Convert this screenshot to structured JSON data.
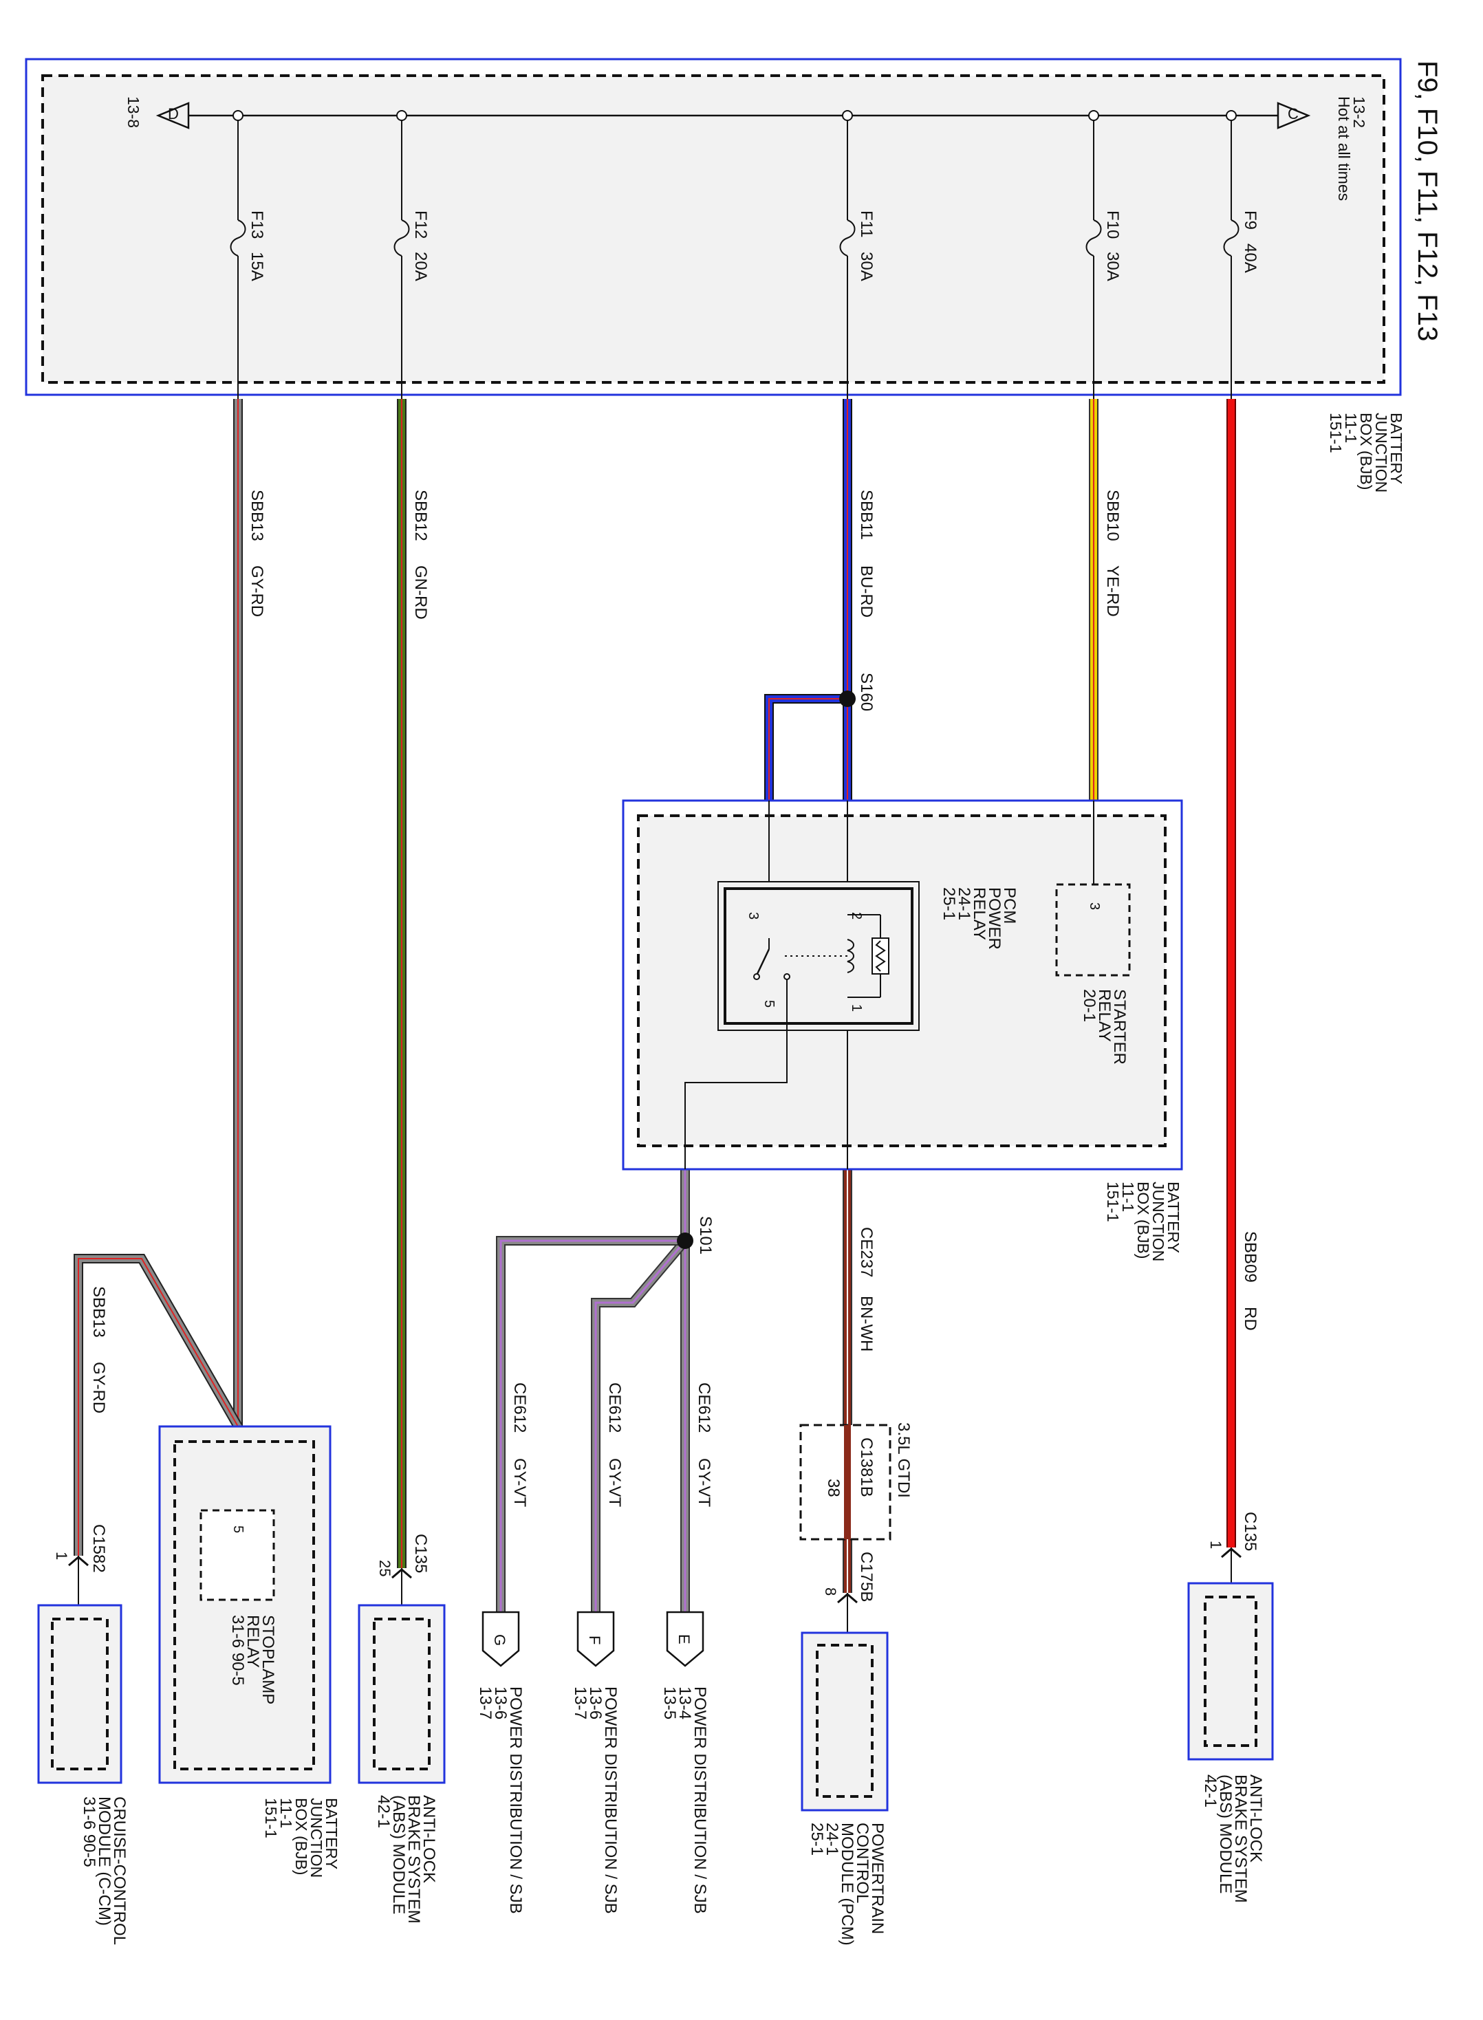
{
  "title": "F9, F10, F11, F12, F13",
  "top_bjb": {
    "name": [
      "BATTERY",
      "JUNCTION",
      "BOX (BJB)",
      "11-1",
      "151-1"
    ],
    "hot": "Hot at all times",
    "conn_c": "C",
    "conn_c_ref": "13-2",
    "conn_d": "D",
    "conn_d_ref": "13-8"
  },
  "fuses": [
    {
      "id": "f9",
      "name": "F9",
      "rating": "40A"
    },
    {
      "id": "f10",
      "name": "F10",
      "rating": "30A"
    },
    {
      "id": "f11",
      "name": "F11",
      "rating": "30A"
    },
    {
      "id": "f12",
      "name": "F12",
      "rating": "20A"
    },
    {
      "id": "f13",
      "name": "F13",
      "rating": "15A"
    }
  ],
  "wires": [
    {
      "id": "sbb09",
      "circuit": "SBB09",
      "color_code": "RD",
      "color": "#ee1111"
    },
    {
      "id": "sbb10",
      "circuit": "SBB10",
      "color_code": "YE-RD",
      "color": "#f0d000"
    },
    {
      "id": "sbb11",
      "circuit": "SBB11",
      "color_code": "BU-RD",
      "color": "#2233dd"
    },
    {
      "id": "sbb12",
      "circuit": "SBB12",
      "color_code": "GN-RD",
      "color": "#4a7a16"
    },
    {
      "id": "sbb13",
      "circuit": "SBB13",
      "color_code": "GY-RD",
      "color": "#8a8a8a"
    },
    {
      "id": "sbb13b",
      "circuit": "SBB13",
      "color_code": "GY-RD",
      "color": "#8a8a8a"
    },
    {
      "id": "ce237",
      "circuit": "CE237",
      "color_code": "BN-WH",
      "color": "#8b2a1a"
    },
    {
      "id": "ce612a",
      "circuit": "CE612",
      "color_code": "GY-VT",
      "color": "#8a8a8a"
    },
    {
      "id": "ce612b",
      "circuit": "CE612",
      "color_code": "GY-VT",
      "color": "#8a8a8a"
    },
    {
      "id": "ce612c",
      "circuit": "CE612",
      "color_code": "GY-VT",
      "color": "#8a8a8a"
    }
  ],
  "splices": {
    "s160": "S160",
    "s101": "S101"
  },
  "mid_bjb": {
    "name": [
      "BATTERY",
      "JUNCTION",
      "BOX (BJB)",
      "11-1",
      "151-1"
    ],
    "starter_relay": [
      "STARTER",
      "RELAY",
      "20-1"
    ],
    "starter_pin": "3",
    "pcm_relay": [
      "PCM",
      "POWER",
      "RELAY",
      "24-1",
      "25-1"
    ],
    "pins": {
      "p1": "1",
      "p2": "2",
      "p3": "3",
      "p5": "5"
    }
  },
  "c1381b": {
    "label": "C1381B",
    "engine": "3.5L GTDI",
    "pin": "38"
  },
  "connectors": {
    "c135_abs_right": {
      "label": "C135",
      "pin": "1"
    },
    "c175b": {
      "label": "C175B",
      "pin": "8"
    },
    "c135_abs_left": {
      "label": "C135",
      "pin": "25"
    },
    "c1582": {
      "label": "C1582",
      "pin": "1"
    }
  },
  "offpage": [
    {
      "id": "e",
      "letter": "E",
      "lines": [
        "POWER DISTRIBUTION / SJB",
        "13-4",
        "13-5"
      ]
    },
    {
      "id": "f",
      "letter": "F",
      "lines": [
        "POWER DISTRIBUTION / SJB",
        "13-6",
        "13-7"
      ]
    },
    {
      "id": "g",
      "letter": "G",
      "lines": [
        "POWER DISTRIBUTION / SJB",
        "13-6",
        "13-7"
      ]
    }
  ],
  "modules": {
    "abs_right": [
      "ANTI-LOCK",
      "BRAKE SYSTEM",
      "(ABS) MODULE",
      "42-1"
    ],
    "pcm": [
      "POWERTRAIN",
      "CONTROL",
      "MODULE (PCM)",
      "24-1",
      "25-1"
    ],
    "abs_left": [
      "ANTI-LOCK",
      "BRAKE SYSTEM",
      "(ABS) MODULE",
      "42-1"
    ],
    "bjb_bottom": [
      "BATTERY",
      "JUNCTION",
      "BOX (BJB)",
      "11-1",
      "151-1"
    ],
    "stoplamp": [
      "STOPLAMP",
      "RELAY",
      "31-6     90-5"
    ],
    "stoplamp_pin": "5",
    "ccm": [
      "CRUISE-CONTROL",
      "MODULE (C-CM)",
      "31-6     90-5"
    ]
  }
}
